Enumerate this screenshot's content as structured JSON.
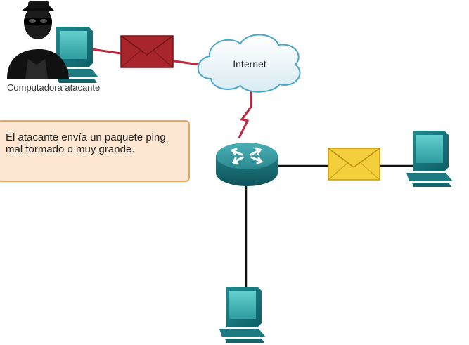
{
  "diagram": {
    "cloud_label": "Internet",
    "attacker_label": "Computadora atacante",
    "callout_text": "El atacante envía un paquete ping mal formado o muy grande.",
    "colors": {
      "callout_fill": "#fde6d2",
      "callout_border": "#f0a35a",
      "malicious_envelope": "#a8262b",
      "normal_envelope": "#f3cf3c",
      "attacker_link": "#c0283f",
      "lan_link": "#111111",
      "router": "#2f8d93",
      "screen": "#3fb4b4"
    },
    "icons": [
      "hacker-icon",
      "computer-icon",
      "envelope-icon",
      "cloud-icon",
      "router-icon",
      "lightning-icon"
    ]
  }
}
